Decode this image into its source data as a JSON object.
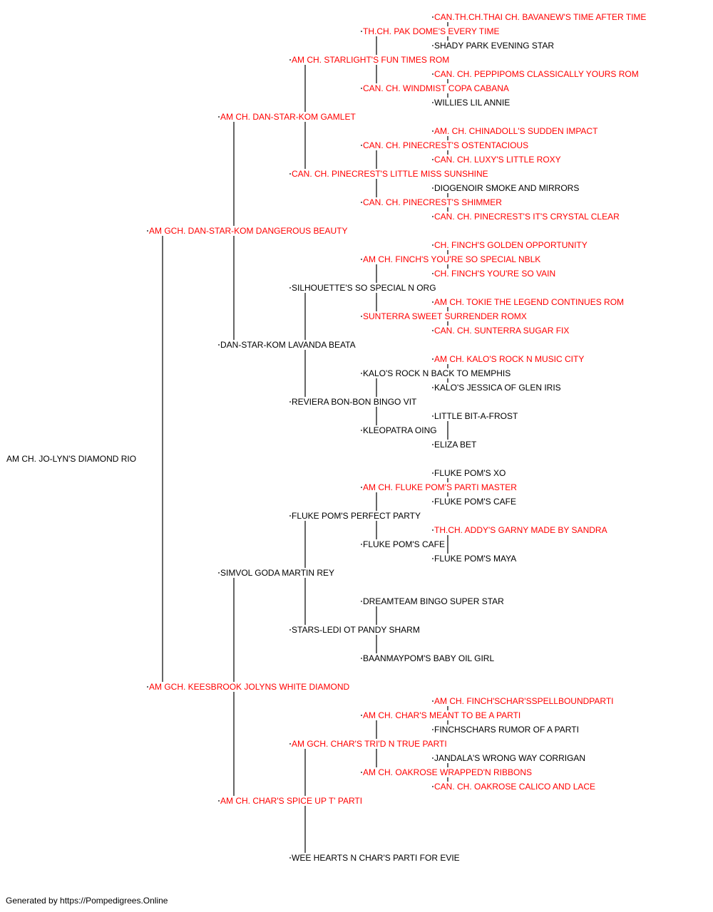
{
  "colors": {
    "champion": "#ff0000",
    "plain": "#000000",
    "connector": "#333333"
  },
  "pedigree": {
    "name": "AM CH. JO-LYN'S DIAMOND RIO",
    "champion": false,
    "sire": {
      "name": "AM GCH. DAN-STAR-KOM DANGEROUS BEAUTY",
      "champion": true,
      "sire": {
        "name": "AM CH. DAN-STAR-KOM GAMLET",
        "champion": true,
        "sire": {
          "name": "AM CH. STARLIGHT'S FUN TIMES ROM",
          "champion": true,
          "sire": {
            "name": "TH.CH. PAK DOME'S EVERY TIME",
            "champion": true,
            "sire": {
              "name": "CAN.TH.CH.THAI CH. BAVANEW'S TIME AFTER TIME",
              "champion": true
            },
            "dam": {
              "name": "SHADY PARK EVENING STAR",
              "champion": false
            }
          },
          "dam": {
            "name": "CAN. CH. WINDMIST COPA CABANA",
            "champion": true,
            "sire": {
              "name": "CAN. CH. PEPPIPOMS CLASSICALLY YOURS ROM",
              "champion": true
            },
            "dam": {
              "name": "WILLIES LIL ANNIE",
              "champion": false
            }
          }
        },
        "dam": {
          "name": "CAN. CH. PINECREST'S LITTLE MISS SUNSHINE",
          "champion": true,
          "sire": {
            "name": "CAN. CH. PINECREST'S OSTENTACIOUS",
            "champion": true,
            "sire": {
              "name": "AM. CH. CHINADOLL'S SUDDEN IMPACT",
              "champion": true
            },
            "dam": {
              "name": "CAN. CH. LUXY'S LITTLE ROXY",
              "champion": true
            }
          },
          "dam": {
            "name": "CAN. CH. PINECREST'S SHIMMER",
            "champion": true,
            "sire": {
              "name": "DIOGENOIR SMOKE AND MIRRORS",
              "champion": false
            },
            "dam": {
              "name": "CAN. CH. PINECREST'S IT'S CRYSTAL CLEAR",
              "champion": true
            }
          }
        }
      },
      "dam": {
        "name": "DAN-STAR-KOM LAVANDA BEATA",
        "champion": false,
        "sire": {
          "name": "SILHOUETTE'S SO SPECIAL N ORG",
          "champion": false,
          "sire": {
            "name": "AM CH. FINCH'S YOU'RE SO SPECIAL NBLK",
            "champion": true,
            "sire": {
              "name": "CH. FINCH'S GOLDEN OPPORTUNITY",
              "champion": true
            },
            "dam": {
              "name": "CH. FINCH'S YOU'RE SO VAIN",
              "champion": true
            }
          },
          "dam": {
            "name": "SUNTERRA SWEET SURRENDER ROMX",
            "champion": true,
            "sire": {
              "name": "AM CH. TOKIE THE LEGEND CONTINUES ROM",
              "champion": true
            },
            "dam": {
              "name": "CAN. CH. SUNTERRA SUGAR FIX",
              "champion": true
            }
          }
        },
        "dam": {
          "name": "REVIERA BON-BON BINGO VIT",
          "champion": false,
          "sire": {
            "name": "KALO'S ROCK N BACK TO MEMPHIS",
            "champion": false,
            "sire": {
              "name": "AM CH. KALO'S ROCK N MUSIC CITY",
              "champion": true
            },
            "dam": {
              "name": "KALO'S JESSICA OF GLEN IRIS",
              "champion": false
            }
          },
          "dam": {
            "name": "KLEOPATRA OING",
            "champion": false,
            "sire": {
              "name": "LITTLE BIT-A-FROST",
              "champion": false
            },
            "dam": {
              "name": "ELIZA BET",
              "champion": false
            }
          }
        }
      }
    },
    "dam": {
      "name": "AM GCH. KEESBROOK JOLYNS WHITE DIAMOND",
      "champion": true,
      "sire": {
        "name": "SIMVOL GODA MARTIN REY",
        "champion": false,
        "sire": {
          "name": "FLUKE POM'S PERFECT PARTY",
          "champion": false,
          "sire": {
            "name": "AM CH. FLUKE POM'S PARTI MASTER",
            "champion": true,
            "sire": {
              "name": "FLUKE POM'S XO",
              "champion": false
            },
            "dam": {
              "name": "FLUKE POM'S CAFE",
              "champion": false
            }
          },
          "dam": {
            "name": "FLUKE POM'S CAFE",
            "champion": false,
            "sire": {
              "name": "TH.CH. ADDY'S GARNY MADE BY SANDRA",
              "champion": true
            },
            "dam": {
              "name": "FLUKE POM'S MAYA",
              "champion": false
            }
          }
        },
        "dam": {
          "name": "STARS-LEDI OT PANDY SHARM",
          "champion": false,
          "sire": {
            "name": "DREAMTEAM BINGO SUPER STAR",
            "champion": false
          },
          "dam": {
            "name": "BAANMAYPOM'S BABY OIL GIRL",
            "champion": false
          }
        }
      },
      "dam": {
        "name": "AM CH. CHAR'S SPICE UP T' PARTI",
        "champion": true,
        "sire": {
          "name": "AM GCH. CHAR'S TRI'D N TRUE PARTI",
          "champion": true,
          "sire": {
            "name": "AM CH. CHAR'S MEANT TO BE A PARTI",
            "champion": true,
            "sire": {
              "name": "AM CH. FINCH'SCHAR'SSPELLBOUNDPARTI",
              "champion": true
            },
            "dam": {
              "name": "FINCHSCHARS RUMOR OF A PARTI",
              "champion": false
            }
          },
          "dam": {
            "name": "AM CH. OAKROSE WRAPPED'N RIBBONS",
            "champion": true,
            "sire": {
              "name": "JANDALA'S WRONG WAY CORRIGAN",
              "champion": false
            },
            "dam": {
              "name": "CAN. CH. OAKROSE CALICO AND LACE",
              "champion": true
            }
          }
        },
        "dam": {
          "name": "WEE HEARTS N CHAR'S PARTI FOR EVIE",
          "champion": false
        }
      }
    }
  },
  "footer": "Generated by https://Pompedigrees.Online"
}
